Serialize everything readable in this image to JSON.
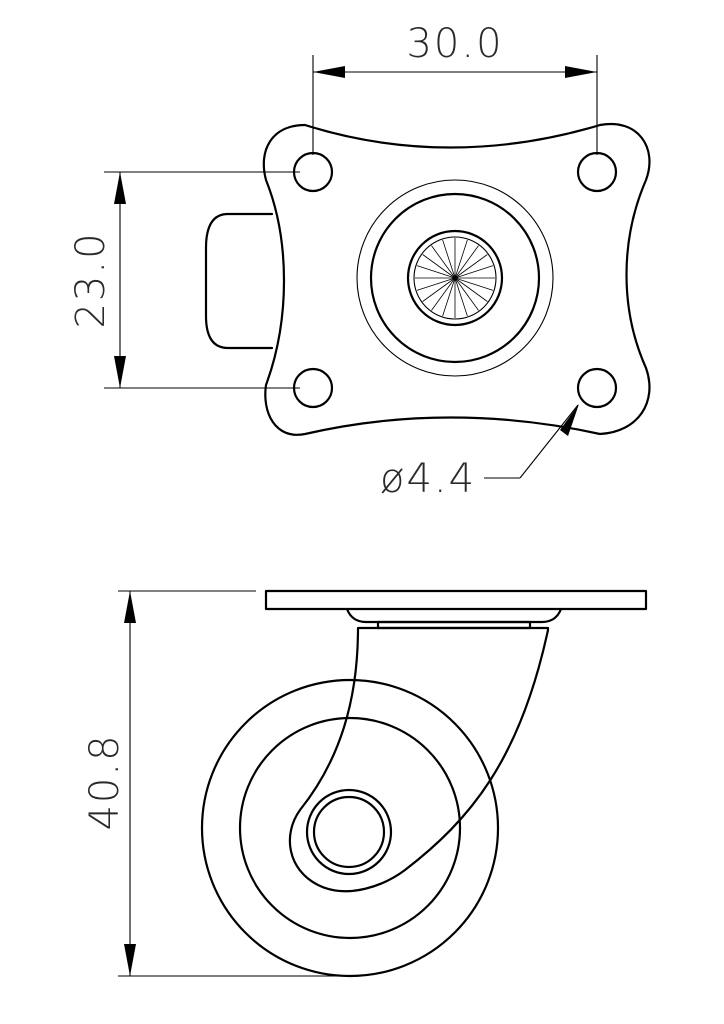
{
  "dimensions": {
    "plate_hole_spacing_width": "30.0",
    "plate_hole_spacing_height": "23.0",
    "hole_diameter": "ø4.4",
    "overall_height": "40.8"
  },
  "colors": {
    "line": "#000000",
    "background": "#ffffff"
  }
}
